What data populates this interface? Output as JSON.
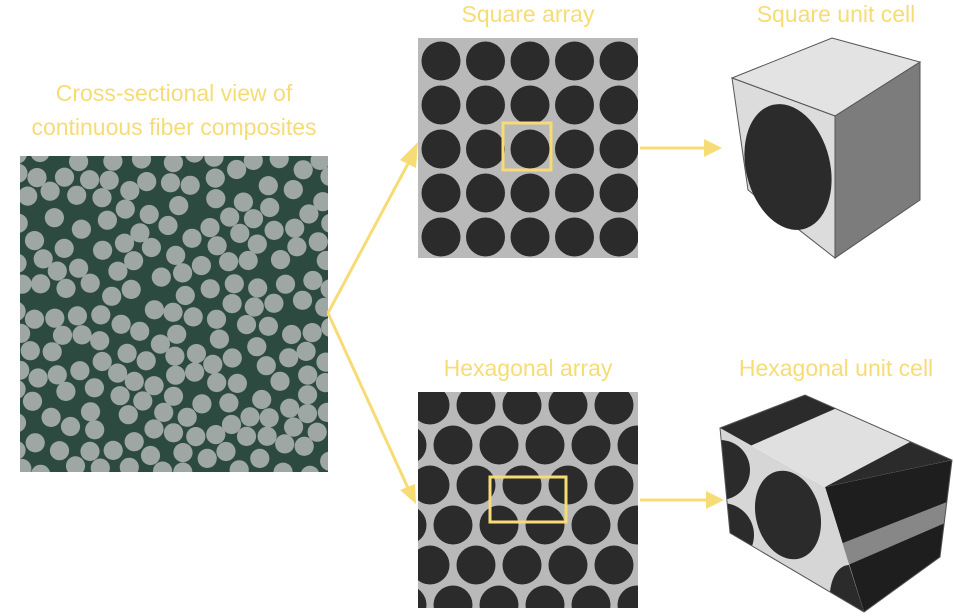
{
  "labels": {
    "micrograph_line1": "Cross-sectional view of",
    "micrograph_line2": "continuous fiber composites",
    "square_array": "Square array",
    "square_unit_cell": "Square unit cell",
    "hexagonal_array": "Hexagonal array",
    "hexagonal_unit_cell": "Hexagonal unit cell"
  },
  "colors": {
    "accent": "#f7dc75",
    "fiber": "#2b2b2b",
    "matrix": "#b9b9b9",
    "micro_matrix": "#2c4a40",
    "micro_fiber": "#9ea7a3"
  }
}
